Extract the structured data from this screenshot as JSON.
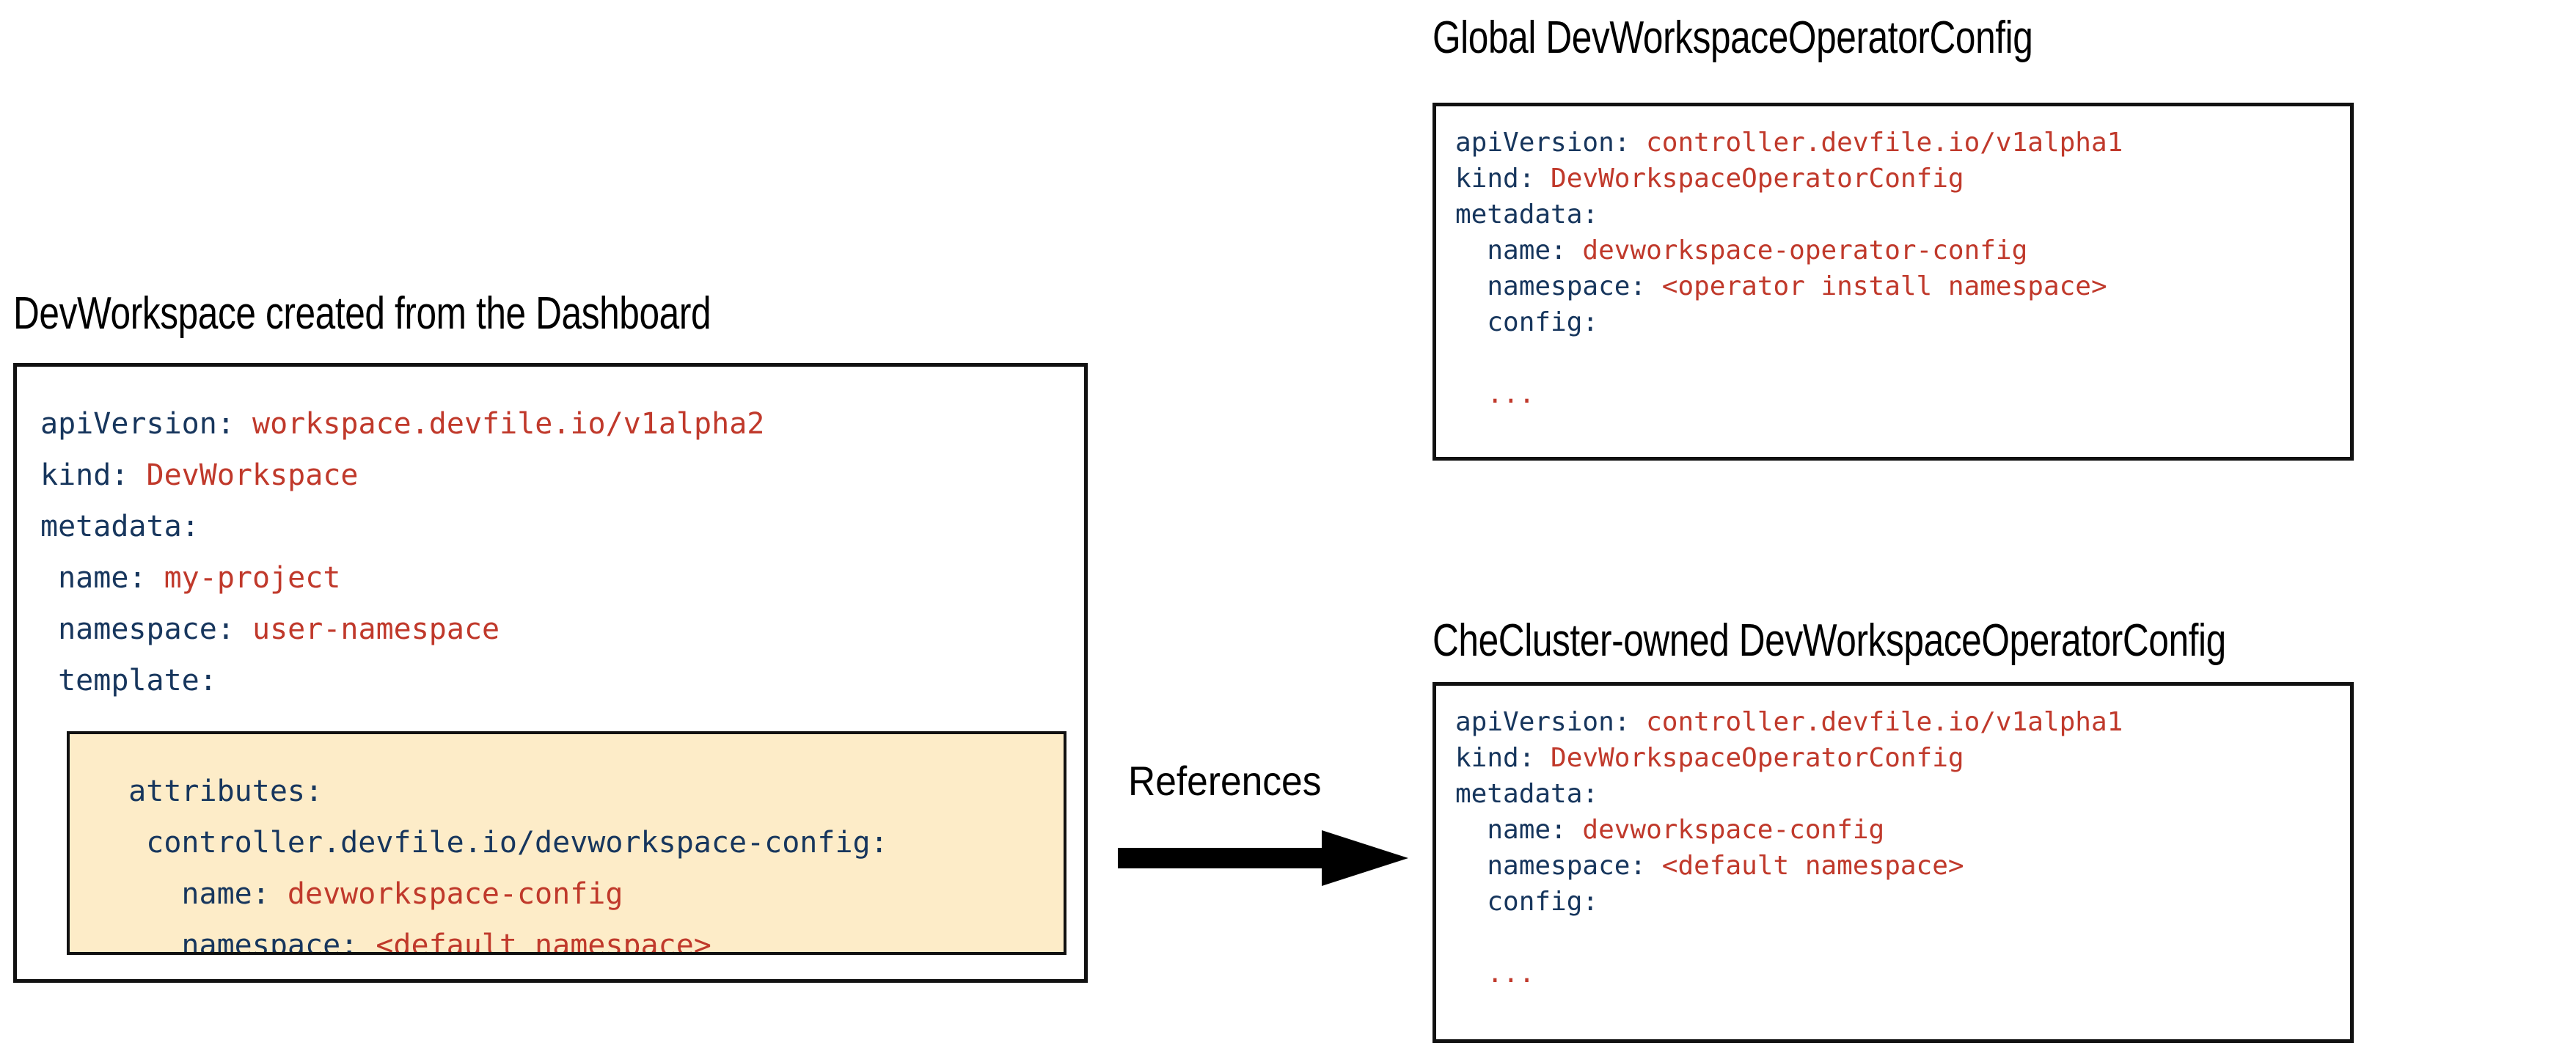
{
  "diagram": {
    "title_left": "DevWorkspace created from the Dashboard",
    "title_top_right": "Global DevWorkspaceOperatorConfig",
    "title_bottom_right": "CheCluster-owned DevWorkspaceOperatorConfig",
    "relation_label": "References",
    "arrow_icon": "right-arrow-icon"
  },
  "colors": {
    "yaml_key": "#17365d",
    "yaml_value": "#c0392b",
    "highlight_background": "#fdecc8",
    "border": "#111111",
    "page_background": "#ffffff"
  },
  "left_panel": {
    "yaml": {
      "l1_key": "apiVersion:",
      "l1_val": " workspace.devfile.io/v1alpha2",
      "l2_key": "kind:",
      "l2_val": " DevWorkspace",
      "l3_key": "metadata:",
      "l4_key": " name:",
      "l4_val": " my-project",
      "l5_key": " namespace:",
      "l5_val": " user-namespace",
      "l6_key": " template:"
    },
    "highlight": {
      "h1_key": "  attributes:",
      "h2_key": "   controller.devfile.io/devworkspace-config:",
      "h3_key": "     name:",
      "h3_val": " devworkspace-config",
      "h4_key": "     namespace:",
      "h4_val": " <default namespace>"
    }
  },
  "top_right_panel": {
    "yaml": {
      "l1_key": "apiVersion:",
      "l1_val": " controller.devfile.io/v1alpha1",
      "l2_key": "kind:",
      "l2_val": " DevWorkspaceOperatorConfig",
      "l3_key": "metadata:",
      "l4_key": "  name:",
      "l4_val": " devworkspace-operator-config",
      "l5_key": "  namespace:",
      "l5_val": " <operator install namespace>",
      "l6_key": "  config:",
      "l7_val": "  ..."
    }
  },
  "bottom_right_panel": {
    "yaml": {
      "l1_key": "apiVersion:",
      "l1_val": " controller.devfile.io/v1alpha1",
      "l2_key": "kind:",
      "l2_val": " DevWorkspaceOperatorConfig",
      "l3_key": "metadata:",
      "l4_key": "  name:",
      "l4_val": " devworkspace-config",
      "l5_key": "  namespace:",
      "l5_val": " <default namespace>",
      "l6_key": "  config:",
      "l7_val": "  ..."
    }
  }
}
